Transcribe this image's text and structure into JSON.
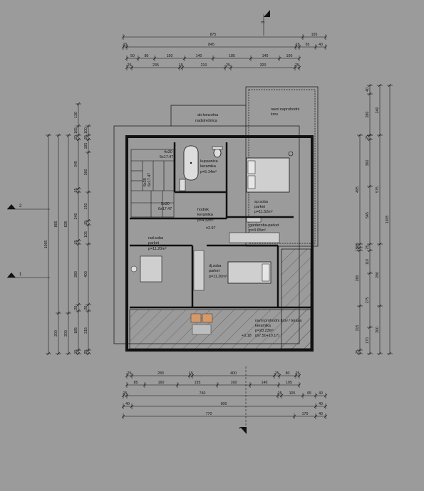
{
  "section_marks": {
    "top": "3",
    "bottom": "3",
    "left_upper": "2",
    "left_lower": "1"
  },
  "dimensions": {
    "top_row1": [
      "875",
      "105"
    ],
    "top_row2": [
      "15",
      "845",
      "15",
      "65",
      "40"
    ],
    "top_row3": [
      "50",
      "80",
      "150",
      "140",
      "185",
      "140",
      "100"
    ],
    "top_row4": [
      "25",
      "235",
      "15",
      "210",
      "25",
      "320",
      "25"
    ],
    "bottom_row1": [
      "25",
      "280",
      "15",
      "400",
      "25",
      "80",
      "25"
    ],
    "bottom_row2": [
      "85",
      "160",
      "195",
      "160",
      "140",
      "105"
    ],
    "bottom_row3": [
      "15",
      "740",
      "15",
      "105",
      "65",
      "40"
    ],
    "bottom_row4": [
      "40",
      "900",
      "40"
    ],
    "bottom_row5": [
      "770",
      "170",
      "40"
    ],
    "left_outer": [
      "1065"
    ],
    "left_col2": [
      "865",
      "200"
    ],
    "left_col3": [
      "835",
      "200"
    ],
    "left_col4": [
      "130",
      "165",
      "20",
      "245",
      "15",
      "240",
      "15",
      "280",
      "20",
      "185",
      "15"
    ],
    "left_col5": [
      "100",
      "25",
      "195",
      "360",
      "150",
      "15",
      "105",
      "400",
      "20",
      "215",
      "25"
    ],
    "right_col1": [
      "495",
      "385",
      "15",
      "280",
      "215",
      "25"
    ],
    "right_col2": [
      "25",
      "360",
      "545",
      "25",
      "110",
      "275",
      "170"
    ],
    "right_col3": [
      "240",
      "575",
      "290",
      "200"
    ],
    "right_outer": [
      "1305"
    ],
    "right_top": [
      "40",
      "280"
    ]
  },
  "labels": {
    "roof_flat": [
      "ravni neprohodni",
      "krov"
    ],
    "cantilever": [
      "ab konzolna",
      "nadstrešnica"
    ],
    "stair_upper": [
      "4x30",
      "5x17.47"
    ],
    "stair_lower": [
      "5x30",
      "6x17.47"
    ],
    "stair_mid": [
      "6x30",
      "6x17.47"
    ],
    "bathroom": [
      "kupaonica",
      "keramika",
      "p=5.14m²"
    ],
    "master_bed": [
      "sp.soba",
      "parket",
      "p=11.52m²"
    ],
    "hall": [
      "hodnik",
      "keramika",
      "p=4.32m²"
    ],
    "hall_level": "±2.97",
    "wardrobe": [
      "garderoba-parket",
      "p=3.65m²"
    ],
    "study": [
      "rad.soba",
      "parket",
      "p=11.20m²"
    ],
    "kids_room": [
      "dj.soba",
      "parket",
      "p=11.20m²"
    ],
    "terrace": [
      "ravni prohodni krov / terasa",
      "keramika",
      "p=20.23m²",
      "(ø7.50+10.17)"
    ],
    "terrace_level": "+3.18"
  }
}
